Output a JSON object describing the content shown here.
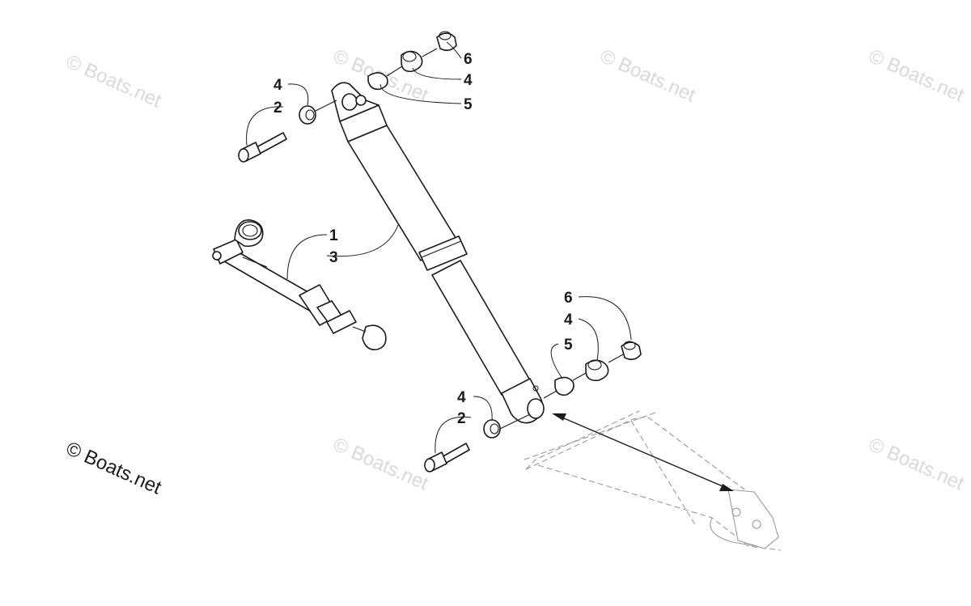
{
  "watermarks": [
    "© Boats.net",
    "© Boats.net",
    "© Boats.net",
    "© Boats.net",
    "© Boats.net",
    "© Boats.net"
  ],
  "credit": "© Boats.net",
  "callouts": {
    "upper_washer": "4",
    "upper_bolt": "2",
    "upper_nut": "6",
    "upper_bushing": "4",
    "upper_spacer": "5",
    "gauge": "1",
    "shock": "3",
    "lower_nut": "6",
    "lower_bushing": "4",
    "lower_spacer": "5",
    "lower_washer": "4",
    "lower_bolt": "2"
  }
}
